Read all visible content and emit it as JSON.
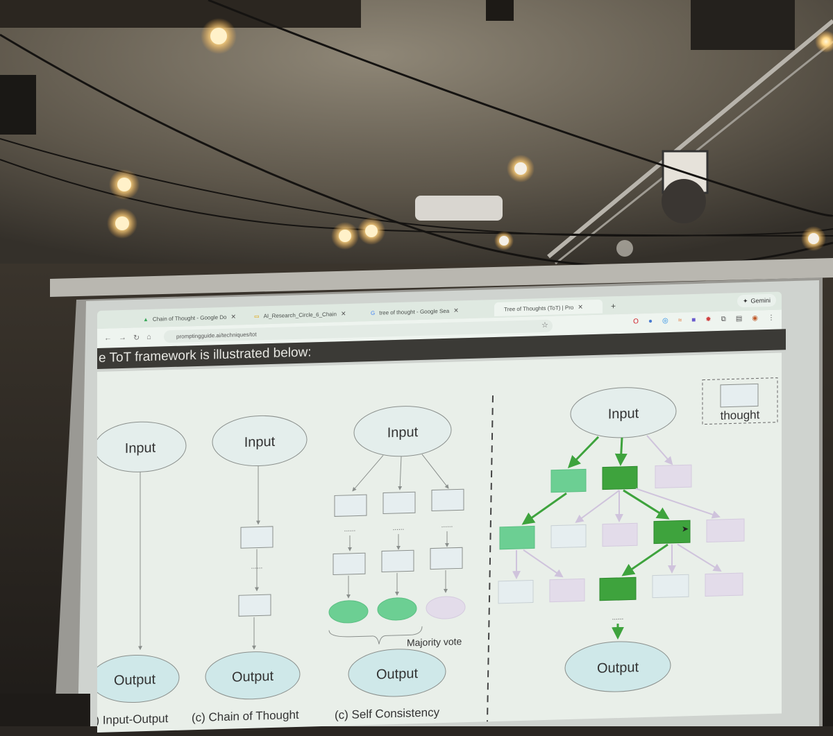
{
  "browser": {
    "tabs": [
      {
        "label": "Chain of Thought - Google Do",
        "icon": "drive-icon"
      },
      {
        "label": "AI_Research_Circle_6_Chain",
        "icon": "slides-icon"
      },
      {
        "label": "tree of thought - Google Sea",
        "icon": "google-icon"
      },
      {
        "label": "Tree of Thoughts (ToT) | Pro",
        "icon": "page-icon",
        "active": true
      }
    ],
    "new_tab": "+",
    "gemini_label": "Gemini",
    "url": "promptingguide.ai/techniques/tot"
  },
  "page": {
    "heading": "e ToT framework is illustrated below:"
  },
  "diagram": {
    "input_label": "Input",
    "output_label": "Output",
    "majority_vote": "Majority vote",
    "legend_label": "thought",
    "ellipsis": "......",
    "captions": [
      "a) Input-Output",
      "(c) Chain of Thought",
      "(c) Self Consistency"
    ],
    "colors": {
      "bg": "#e9efe9",
      "ellipse_fill": "#e4eeec",
      "box_fill": "#e6eef0",
      "light_green": "#6ccf93",
      "dark_green": "#3ea33d",
      "purple": "#e3dcea",
      "stroke": "#8a8f8c"
    }
  }
}
